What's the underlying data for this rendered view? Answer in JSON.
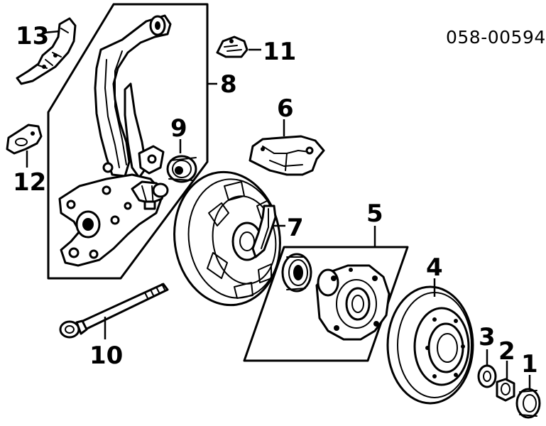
{
  "diagram": {
    "part_code": "058-00594",
    "callouts": {
      "c1": "1",
      "c2": "2",
      "c3": "3",
      "c4": "4",
      "c5": "5",
      "c6": "6",
      "c7": "7",
      "c8": "8",
      "c9": "9",
      "c10": "10",
      "c11": "11",
      "c12": "12",
      "c13": "13"
    }
  }
}
